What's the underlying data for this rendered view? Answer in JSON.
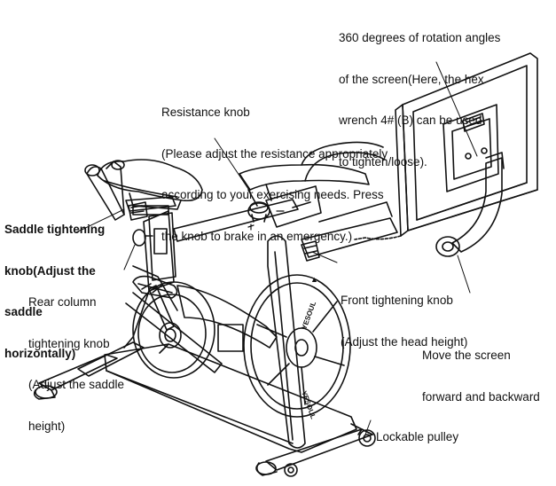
{
  "labels": {
    "screen_rotation": [
      "360 degrees of rotation angles",
      "of the screen(Here, the hex",
      "wrench 4# (B) can be used",
      "to tighten/loose)."
    ],
    "resistance_knob": [
      "Resistance knob",
      "(Please adjust the resistance appropriately",
      "according to your exercising needs. Press",
      "the knob to brake in an emergency.)"
    ],
    "saddle_tightening": [
      "Saddle tightening",
      "knob(Adjust the",
      "saddle",
      "horizontally)"
    ],
    "rear_column": [
      "Rear column",
      "tightening knob",
      "(Adjust the saddle",
      "height)"
    ],
    "front_tightening": [
      "Front tightening knob",
      "(Adjust the head height)"
    ],
    "move_screen": [
      "Move the screen",
      "forward and backward"
    ],
    "lockable_pulley": [
      "Lockable pulley"
    ]
  },
  "flywheel_brand": "YESOUL"
}
